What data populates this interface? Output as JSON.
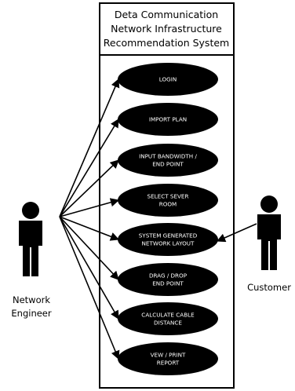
{
  "system": {
    "title_lines": [
      "Deta Communication",
      "Network Infrastructure",
      "Recommendation System"
    ]
  },
  "use_cases": [
    {
      "id": "login",
      "lines": [
        "LOGIN"
      ]
    },
    {
      "id": "import-plan",
      "lines": [
        "IMPORT PLAN"
      ]
    },
    {
      "id": "input-bandwidth",
      "lines": [
        "INPUT BANDWIDTH /",
        "END POINT"
      ]
    },
    {
      "id": "select-server-room",
      "lines": [
        "SELECT SEVER",
        "ROOM"
      ]
    },
    {
      "id": "system-generated-layout",
      "lines": [
        "SYSTEM GENERATED",
        "NETWORK LAYOUT"
      ]
    },
    {
      "id": "drag-drop",
      "lines": [
        "DRAG / DROP",
        "END POINT"
      ]
    },
    {
      "id": "calculate-cable",
      "lines": [
        "CALCULATE CABLE",
        "DISTANCE"
      ]
    },
    {
      "id": "view-print",
      "lines": [
        "VEW / PRINT",
        "REPORT"
      ]
    }
  ],
  "actors": {
    "engineer": {
      "lines": [
        "Network",
        "Engineer"
      ]
    },
    "customer": {
      "lines": [
        "Customer"
      ]
    }
  },
  "colors": {
    "ellipse": "#000000",
    "line": "#000000",
    "text_on_ellipse": "#ffffff"
  }
}
